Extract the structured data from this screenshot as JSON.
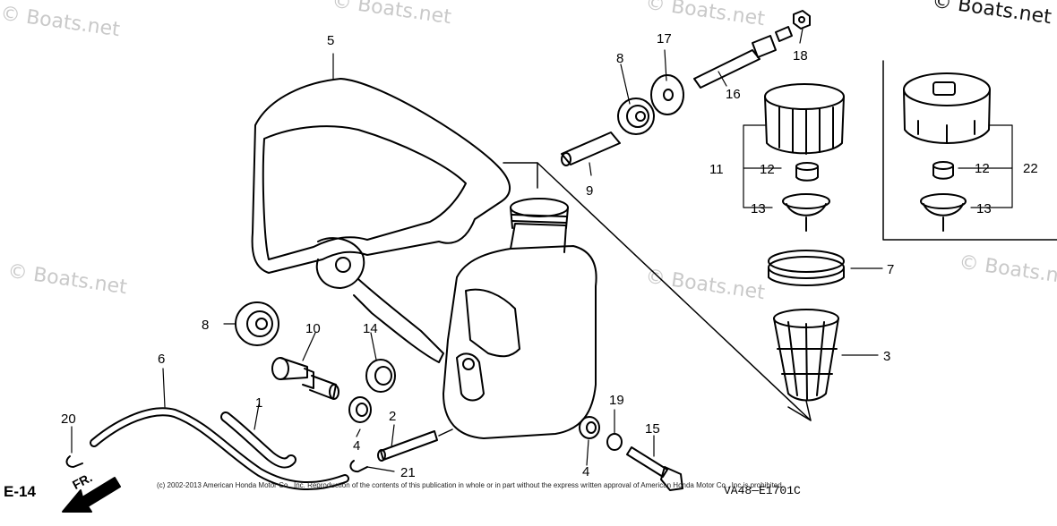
{
  "watermarks": {
    "text": "© Boats.net",
    "corner": "© Boats.net"
  },
  "footer": {
    "copyright": "(c) 2002-2013 American Honda Motor Co., Inc. Reproduction of the contents of this publication in whole or in part without the express written approval of American Honda Motor Co., Inc is prohibited.",
    "drawing_code": "VA48—E1701C",
    "page_ref": "E-14",
    "direction_label": "FR."
  },
  "callouts": {
    "p1": "1",
    "p2": "2",
    "p3": "3",
    "p4a": "4",
    "p4b": "4",
    "p5": "5",
    "p6": "6",
    "p7": "7",
    "p8a": "8",
    "p8b": "8",
    "p9": "9",
    "p10": "10",
    "p11": "11",
    "p12a": "12",
    "p12b": "12",
    "p13a": "13",
    "p13b": "13",
    "p14": "14",
    "p15": "15",
    "p16": "16",
    "p17": "17",
    "p18": "18",
    "p19": "19",
    "p20": "20",
    "p21": "21",
    "p22": "22"
  },
  "colors": {
    "ink": "#000000",
    "watermark": "#c9c9c9",
    "background": "#ffffff"
  }
}
